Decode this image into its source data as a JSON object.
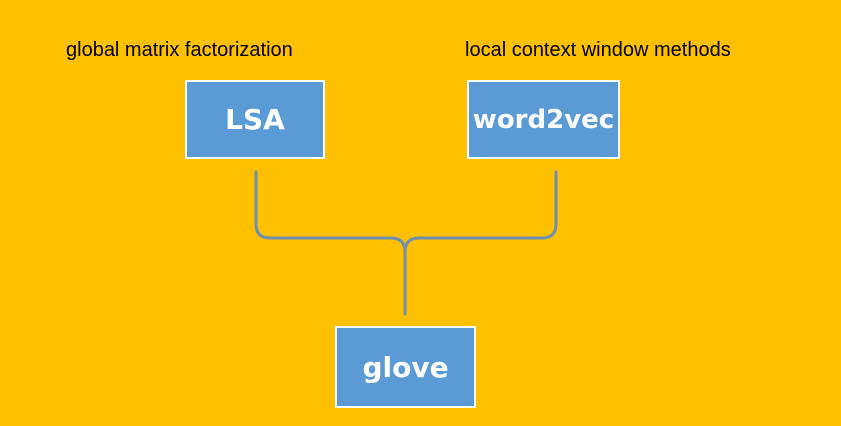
{
  "diagram": {
    "left_caption": "global matrix factorization",
    "right_caption": "local context window methods",
    "nodes": {
      "lsa": "LSA",
      "word2vec": "word2vec",
      "glove": "glove"
    }
  },
  "colors": {
    "background": "#FFC000",
    "box_fill": "#5B9BD5",
    "box_border": "#FFFFFF",
    "box_text": "#FFFFFF",
    "connector": "#6F8FAF",
    "caption_text": "#000000"
  }
}
